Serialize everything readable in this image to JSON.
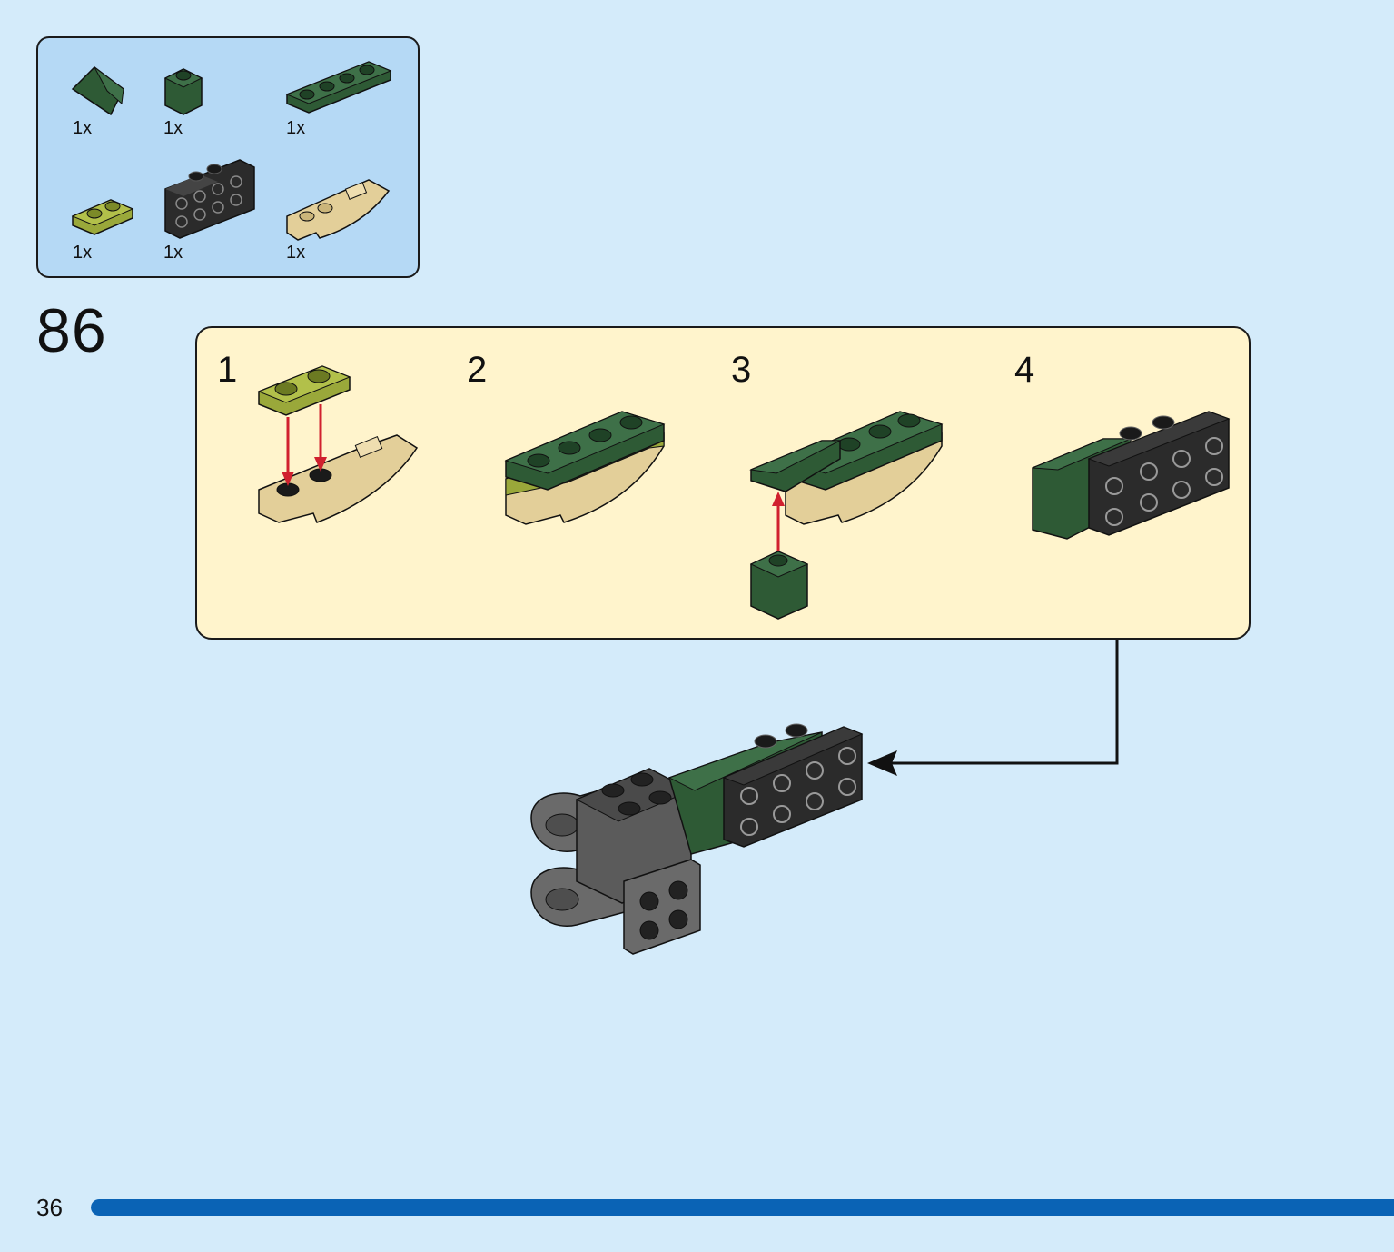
{
  "parts_list": {
    "items": [
      {
        "qty": "1x",
        "icon": "dark-green-slope-icon",
        "color": "#2e5a35"
      },
      {
        "qty": "1x",
        "icon": "dark-green-brick-1x1-icon",
        "color": "#2e5a35"
      },
      {
        "qty": "1x",
        "icon": "dark-green-plate-1x4-icon",
        "color": "#2e5a35"
      },
      {
        "qty": "1x",
        "icon": "olive-green-plate-1x2-icon",
        "color": "#9aa83a"
      },
      {
        "qty": "1x",
        "icon": "black-bracket-2x4-icon",
        "color": "#2b2b2b"
      },
      {
        "qty": "1x",
        "icon": "tan-curved-slope-icon",
        "color": "#e3cf99"
      }
    ]
  },
  "step": {
    "number": "86"
  },
  "substeps": [
    {
      "label": "1"
    },
    {
      "label": "2"
    },
    {
      "label": "3"
    },
    {
      "label": "4"
    }
  ],
  "page": {
    "number": "36",
    "progress": 1.0
  },
  "colors": {
    "background": "#d4ebfa",
    "parts_box": "#b5d9f5",
    "substeps_box": "#fff4cc",
    "progress_bar": "#0a63b5",
    "arrow_red": "#d0202e"
  }
}
